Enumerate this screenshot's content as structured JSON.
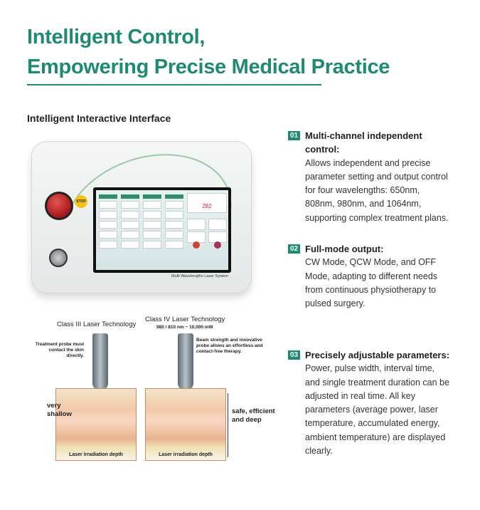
{
  "title": {
    "line1": "Intelligent Control,",
    "line2": "Empowering Precise Medical Practice"
  },
  "section_heading": "Intelligent Interactive Interface",
  "features": [
    {
      "number": "01",
      "title": "Multi-channel independent control:",
      "body": "Allows independent and precise parameter setting and output control for four wavelengths: 650nm, 808nm, 980nm, and 1064nm, supporting complex treatment plans."
    },
    {
      "number": "02",
      "title": "Full-mode output:",
      "body": "CW Mode, QCW Mode, and OFF Mode, adapting to different needs from continuous physiotherapy to pulsed surgery."
    },
    {
      "number": "03",
      "title": "Precisely adjustable parameters:",
      "body": "Power, pulse width, interval time, and single treatment duration can be adjusted in real time. All key parameters (average power, laser temperature, accumulated energy, ambient temperature) are displayed clearly."
    }
  ],
  "device": {
    "stop_label": "STOP",
    "screen_label": "Multi Wavelengths Laser System",
    "timer_value": "282"
  },
  "diagram": {
    "class3_title": "Class III Laser Technology",
    "class4_title": "Class IV Laser Technology",
    "class4_subtitle": "980 / 810 nm ~ 10,000 mW",
    "class3_note": "Treatment probe must contact the skin directly.",
    "class4_note": "Beam strength and innovative probe allows an effortless and contact-free therapy.",
    "very_shallow": "very shallow",
    "safe_deep": "safe, efficient and deep",
    "depth_label_left": "Laser irradiation depth",
    "depth_label_right": "Laser irradiation depth"
  },
  "colors": {
    "accent": "#1f8a74",
    "beam": "#d62020"
  }
}
